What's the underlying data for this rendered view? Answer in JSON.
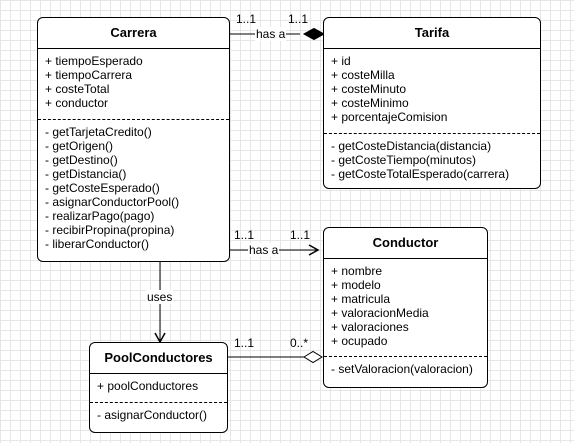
{
  "classes": {
    "carrera": {
      "name": "Carrera",
      "attributes": [
        "+ tiempoEsperado",
        "+ tiempoCarrera",
        "+ costeTotal",
        "+ conductor"
      ],
      "methods": [
        "- getTarjetaCredito()",
        "- getOrigen()",
        "- getDestino()",
        "- getDistancia()",
        "- getCosteEsperado()",
        "- asignarConductorPool()",
        "- realizarPago(pago)",
        "- recibirPropina(propina)",
        "- liberarConductor()"
      ]
    },
    "tarifa": {
      "name": "Tarifa",
      "attributes": [
        "+ id",
        "+ costeMilla",
        "+ costeMinuto",
        "+ costeMinimo",
        "+ porcentajeComision"
      ],
      "methods": [
        "- getCosteDistancia(distancia)",
        "- getCosteTiempo(minutos)",
        "- getCosteTotalEsperado(carrera)"
      ]
    },
    "conductor": {
      "name": "Conductor",
      "attributes": [
        "+ nombre",
        "+ modelo",
        "+ matricula",
        "+ valoracionMedia",
        "+ valoraciones",
        "+ ocupado"
      ],
      "methods": [
        "- setValoracion(valoracion)"
      ]
    },
    "pool": {
      "name": "PoolConductores",
      "attributes": [
        "+ poolConductores"
      ],
      "methods": [
        "- asignarConductor()"
      ]
    }
  },
  "relations": {
    "carrera_tarifa": {
      "label": "has a",
      "source_mult": "1..1",
      "target_mult": "1..1"
    },
    "carrera_conductor": {
      "label": "has a",
      "source_mult": "1..1",
      "target_mult": "1..1"
    },
    "carrera_pool": {
      "label": "uses"
    },
    "pool_conductor": {
      "source_mult": "1..1",
      "target_mult": "0..*"
    }
  }
}
